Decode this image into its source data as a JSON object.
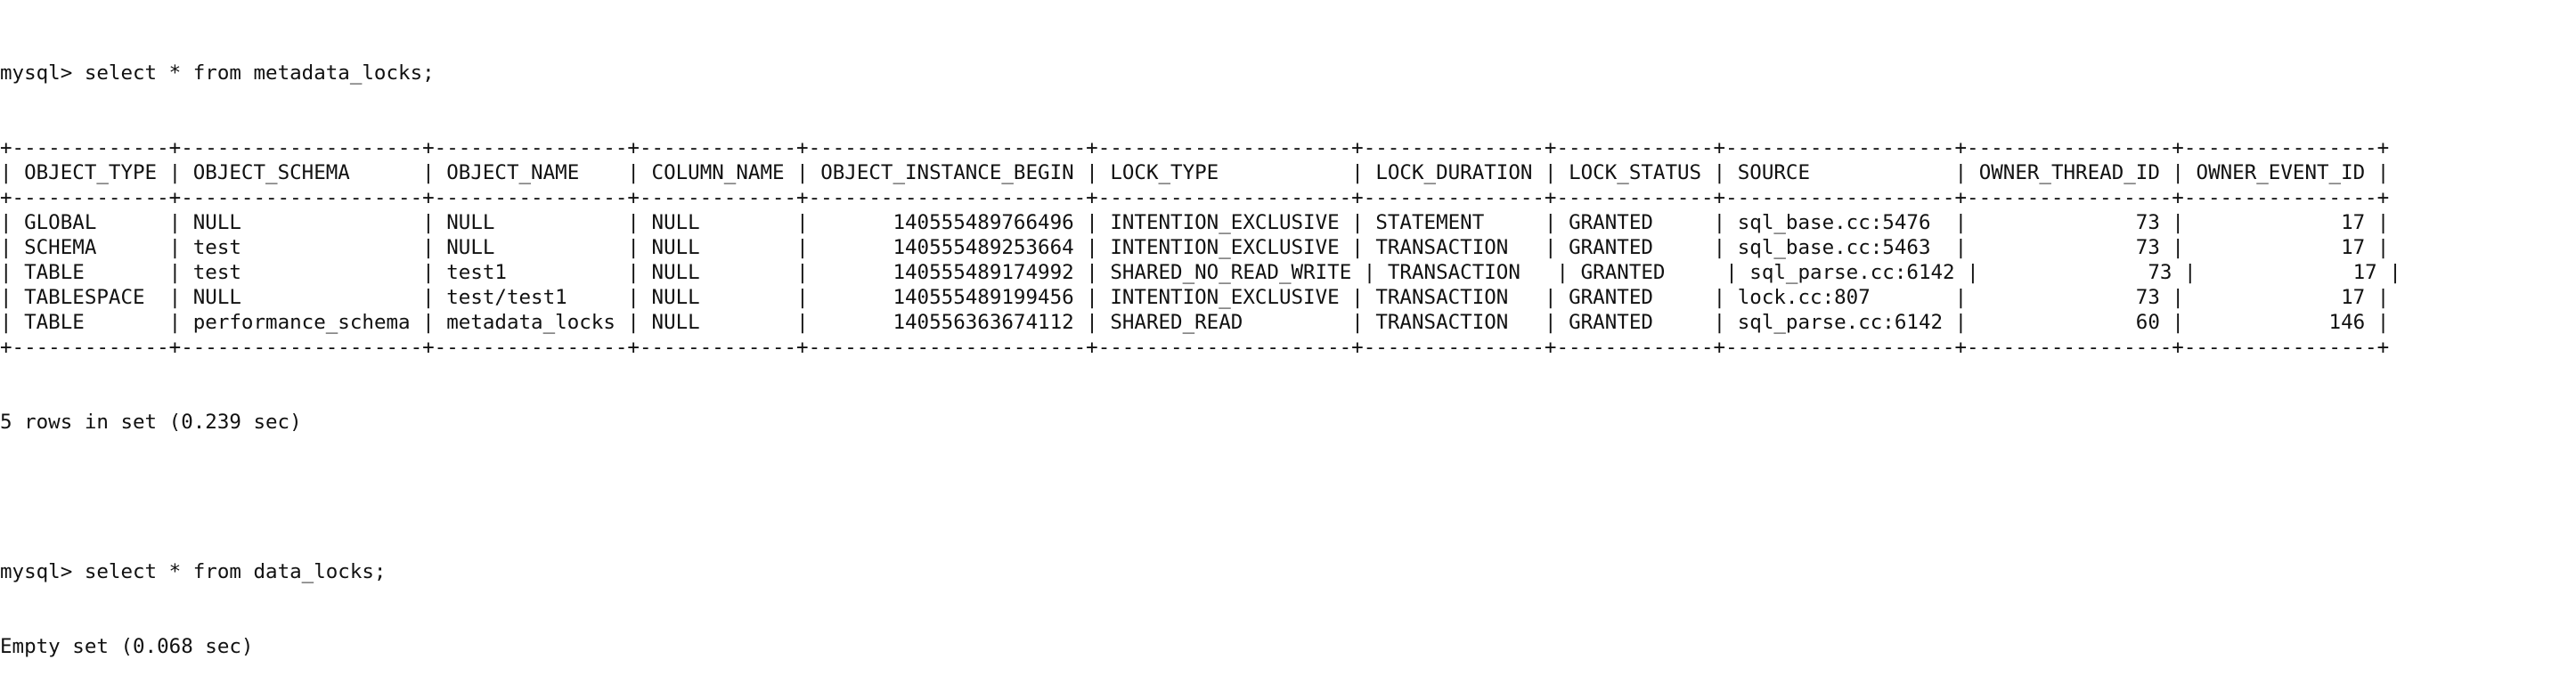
{
  "terminal": {
    "prompt": "mysql> ",
    "query1": "select * from metadata_locks;",
    "summary1": "5 rows in set (0.239 sec)",
    "query2": "select * from data_locks;",
    "summary2": "Empty set (0.068 sec)"
  },
  "table": {
    "columns": [
      {
        "name": "OBJECT_TYPE",
        "width": 11,
        "align": "left"
      },
      {
        "name": "OBJECT_SCHEMA",
        "width": 18,
        "align": "left"
      },
      {
        "name": "OBJECT_NAME",
        "width": 14,
        "align": "left"
      },
      {
        "name": "COLUMN_NAME",
        "width": 11,
        "align": "left"
      },
      {
        "name": "OBJECT_INSTANCE_BEGIN",
        "width": 21,
        "align": "right"
      },
      {
        "name": "LOCK_TYPE",
        "width": 19,
        "align": "left"
      },
      {
        "name": "LOCK_DURATION",
        "width": 13,
        "align": "left"
      },
      {
        "name": "LOCK_STATUS",
        "width": 11,
        "align": "left"
      },
      {
        "name": "SOURCE",
        "width": 17,
        "align": "left"
      },
      {
        "name": "OWNER_THREAD_ID",
        "width": 15,
        "align": "right"
      },
      {
        "name": "OWNER_EVENT_ID",
        "width": 14,
        "align": "right"
      }
    ],
    "rows": [
      [
        "GLOBAL",
        "NULL",
        "NULL",
        "NULL",
        "140555489766496",
        "INTENTION_EXCLUSIVE",
        "STATEMENT",
        "GRANTED",
        "sql_base.cc:5476",
        "73",
        "17"
      ],
      [
        "SCHEMA",
        "test",
        "NULL",
        "NULL",
        "140555489253664",
        "INTENTION_EXCLUSIVE",
        "TRANSACTION",
        "GRANTED",
        "sql_base.cc:5463",
        "73",
        "17"
      ],
      [
        "TABLE",
        "test",
        "test1",
        "NULL",
        "140555489174992",
        "SHARED_NO_READ_WRITE",
        "TRANSACTION",
        "GRANTED",
        "sql_parse.cc:6142",
        "73",
        "17"
      ],
      [
        "TABLESPACE",
        "NULL",
        "test/test1",
        "NULL",
        "140555489199456",
        "INTENTION_EXCLUSIVE",
        "TRANSACTION",
        "GRANTED",
        "lock.cc:807",
        "73",
        "17"
      ],
      [
        "TABLE",
        "performance_schema",
        "metadata_locks",
        "NULL",
        "140556363674112",
        "SHARED_READ",
        "TRANSACTION",
        "GRANTED",
        "sql_parse.cc:6142",
        "60",
        "146"
      ]
    ]
  }
}
